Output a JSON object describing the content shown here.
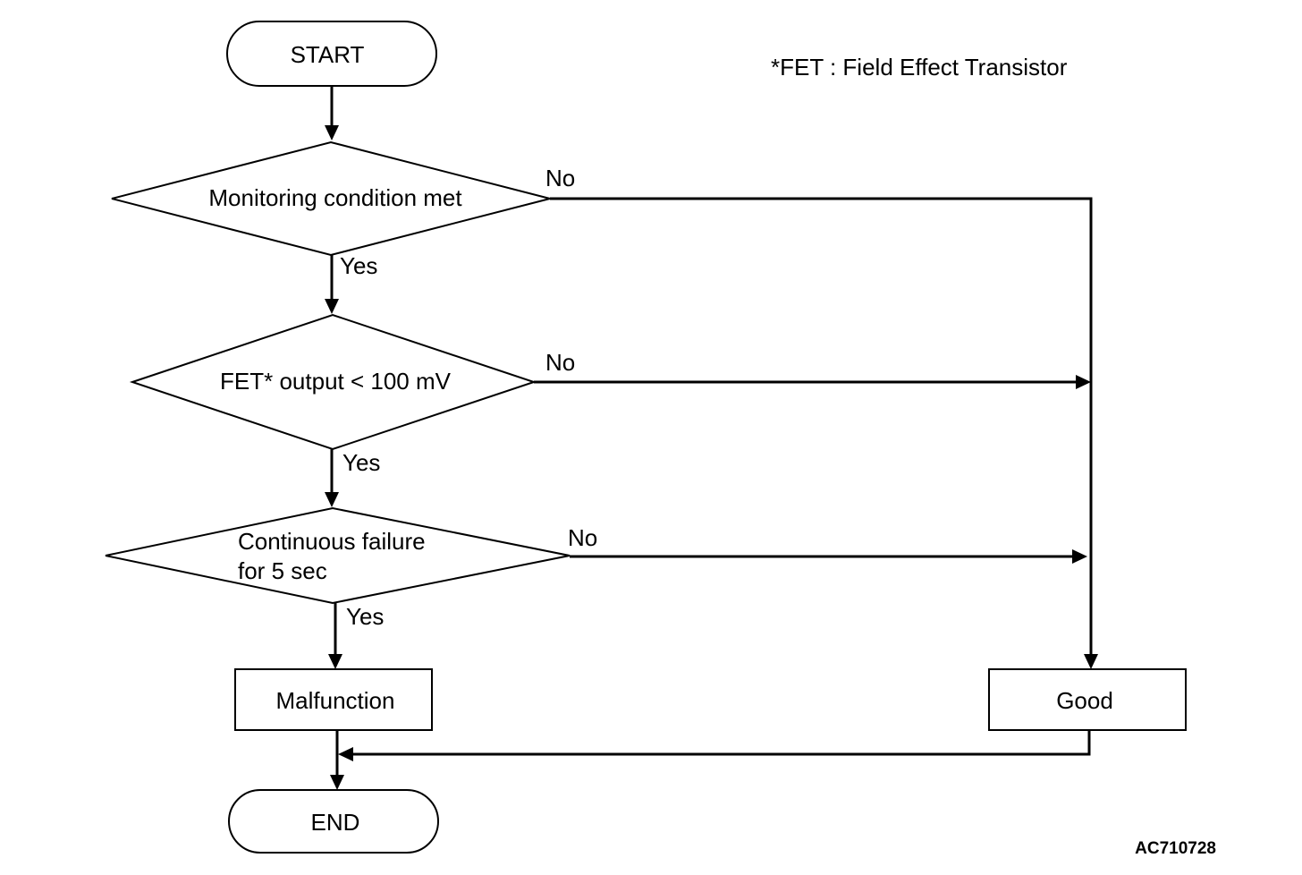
{
  "footnote": "*FET : Field Effect Transistor",
  "figure_code": "AC710728",
  "nodes": {
    "start": "START",
    "decision1": "Monitoring condition met",
    "decision2": "FET* output < 100 mV",
    "decision3_line1": "Continuous failure",
    "decision3_line2": "for 5 sec",
    "malfunction": "Malfunction",
    "good": "Good",
    "end": "END"
  },
  "edges": {
    "yes1": "Yes",
    "no1": "No",
    "yes2": "Yes",
    "no2": "No",
    "yes3": "Yes",
    "no3": "No"
  }
}
